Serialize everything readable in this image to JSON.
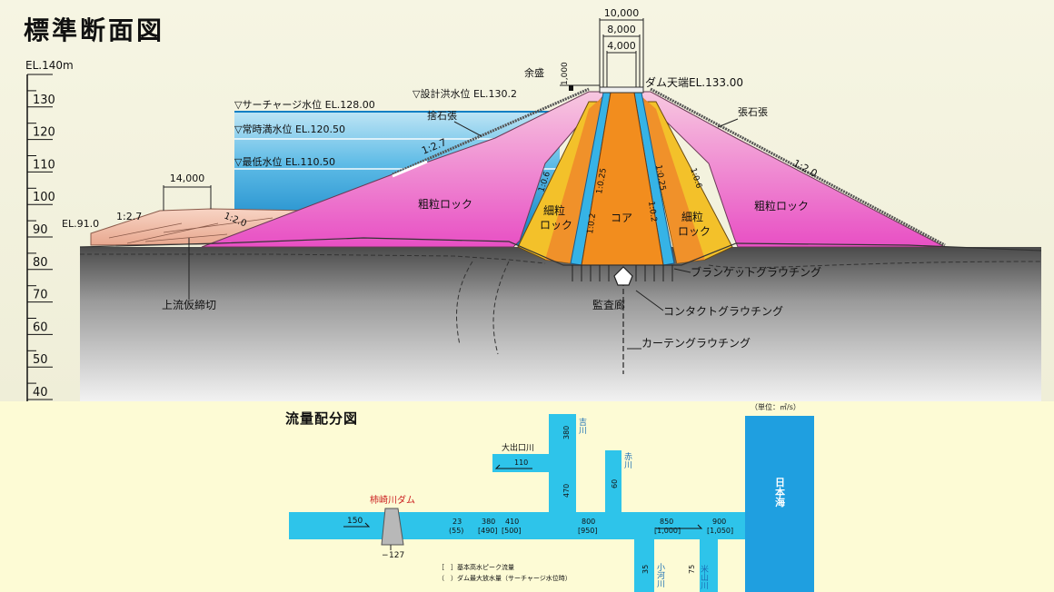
{
  "section": {
    "title": "標準断面図",
    "elevation_top": "EL.140m",
    "elevation_ticks": [
      "130",
      "120",
      "110",
      "100",
      "90",
      "80",
      "70",
      "60",
      "50",
      "40"
    ],
    "crest_width_dims": [
      "10,000",
      "8,000",
      "4,000"
    ],
    "freeboard_label": "余盛",
    "freeboard_value": "1,000",
    "crest_label": "ダム天端EL.133.00",
    "design_flood_label": "▽設計洪水位 EL.130.2",
    "surcharge_label": "▽サーチャージ水位 EL.128.00",
    "normal_label": "▽常時満水位 EL.120.50",
    "low_label": "▽最低水位 EL.110.50",
    "riprap_up_label": "捨石張",
    "riprap_down_label": "張石張",
    "slope_up": "1:2.7",
    "slope_down": "1:2.0",
    "cofferdam_width": "14,000",
    "cofferdam_el": "EL.91.0",
    "cofferdam_slope_left": "1:2.7",
    "cofferdam_slope_right": "1:2.0",
    "coarse_rock_left": "粗粒ロック",
    "coarse_rock_right": "粗粒ロック",
    "fine_rock_left_1": "細粒",
    "fine_rock_left_2": "ロック",
    "fine_rock_right_1": "細粒",
    "fine_rock_right_2": "ロック",
    "core_label": "コア",
    "slope_06_left": "1:0.6",
    "slope_06_right": "1:0.6",
    "slope_025_left": "1:0.25",
    "slope_025_right": "1:0.25",
    "slope_02_left": "1:0.2",
    "slope_02_right": "1:0.2",
    "cofferdam_label": "上流仮締切",
    "blanket_label": "ブランケットグラウチング",
    "gallery_label": "監査廊",
    "contact_label": "コンタクトグラウチング",
    "curtain_label": "カーテングラウチング"
  },
  "flow": {
    "title": "流量配分図",
    "unit": "（単位：㎥/s）",
    "dam_label": "柿崎川ダム",
    "inflow": "150",
    "dam_release": "127",
    "sea_label": "日本海",
    "q1_top": "23",
    "q1_bot": "(55)",
    "q2_top": "380",
    "q2_bot": "[490]",
    "q3_top": "410",
    "q3_bot": "[500]",
    "q4_top": "800",
    "q4_bot": "[950]",
    "q5_top": "850",
    "q5_bot": "[1,000]",
    "q6_top": "900",
    "q6_bot": "[1,050]",
    "odeguchi_label": "大出口川",
    "odeguchi_q": "110",
    "yoshikawa_label": "吉川",
    "yoshikawa_q": "380",
    "akakawa_label": "赤川",
    "akakawa_q": "60",
    "trib_q": "470",
    "kogawa_label": "小河川",
    "kogawa_q": "35",
    "yoneyama_label": "米山川",
    "yoneyama_q": "75",
    "legend_1": "［　］基本高水ピーク流量",
    "legend_2": "（　）ダム最大放水量（サーチャージ水位時）",
    "colors": {
      "water": "#2ec4ea",
      "sea": "#1f9fe0",
      "dam_red": "#cc2222"
    }
  }
}
